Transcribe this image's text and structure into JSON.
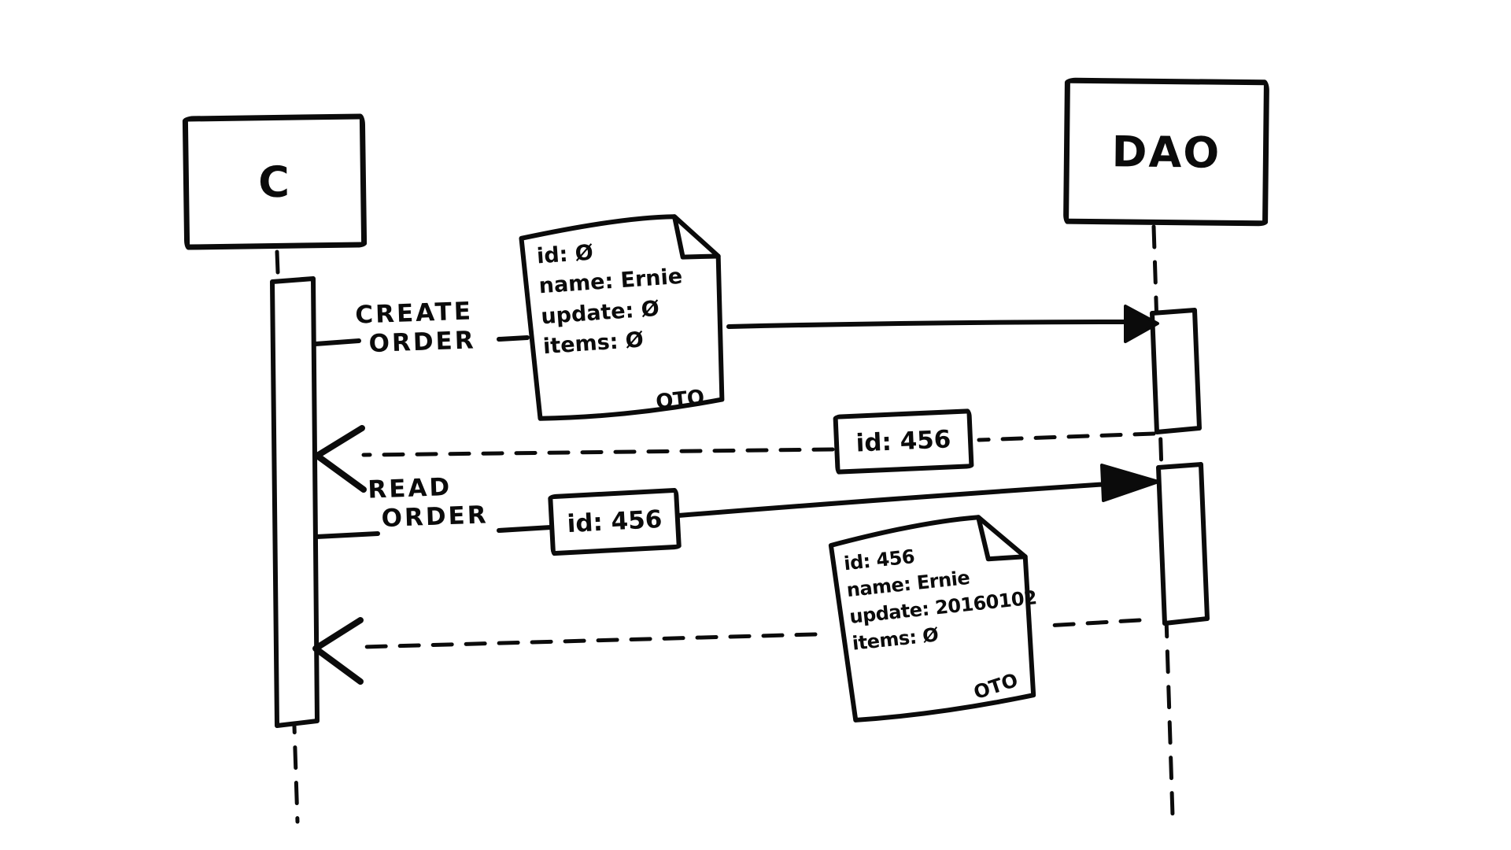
{
  "diagram": {
    "type": "uml-sequence-diagram",
    "colors": {
      "ink": "#0b0b0b",
      "background": "#ffffff"
    },
    "actors": {
      "client": {
        "label": "C"
      },
      "dao": {
        "label": "DAO"
      }
    },
    "messages": {
      "create_order": {
        "label_line1": "CREATE",
        "label_line2": "ORDER"
      },
      "create_return": {
        "value": "id: 456"
      },
      "read_order": {
        "label_line1": "READ",
        "label_line2": "ORDER",
        "argument": "id: 456"
      },
      "read_return": {}
    },
    "notes": {
      "create_dto": {
        "lines": [
          "id: Ø",
          "name: Ernie",
          "update: Ø",
          "items: Ø"
        ],
        "corner_label": "OTO"
      },
      "read_dto": {
        "lines": [
          "id: 456",
          "name: Ernie",
          "update: 20160102",
          "items: Ø"
        ],
        "corner_label": "OTO"
      }
    }
  }
}
